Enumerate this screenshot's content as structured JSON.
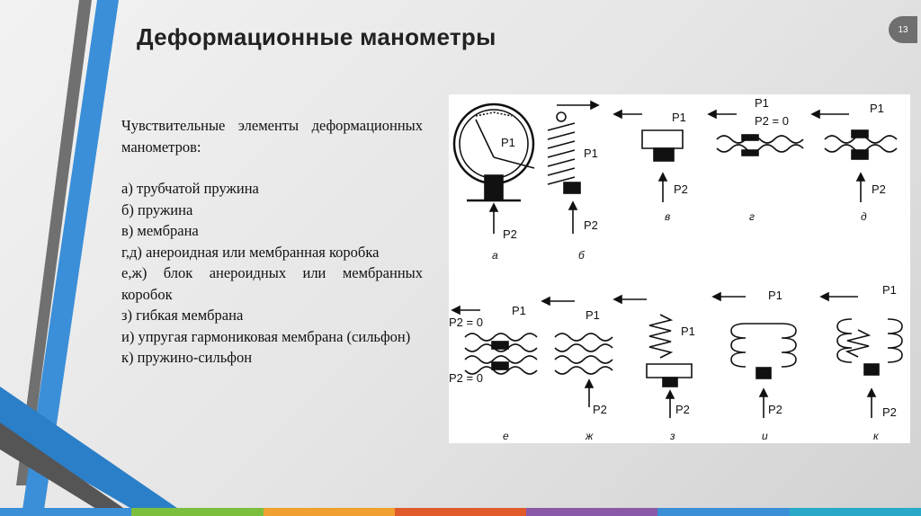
{
  "slide": {
    "title": "Деформационные  манометры",
    "number": "13"
  },
  "content": {
    "intro": "Чувствительные элементы деформационных манометров:",
    "items": [
      "а) трубчатой пружина",
      "б) пружина",
      "в) мембрана",
      "г,д) анероидная или мембранная коробка",
      "е,ж) блок анероидных или мембранных коробок",
      "з) гибкая мембрана",
      "и) упругая гармониковая мембрана (сильфон)",
      "к) пружино-сильфон"
    ]
  },
  "figure": {
    "labels": {
      "p1": "P1",
      "p2": "P2",
      "p2_zero": "P2 = 0"
    },
    "captions": [
      "а",
      "б",
      "в",
      "г",
      "д",
      "е",
      "ж",
      "з",
      "и",
      "к"
    ]
  },
  "colors": {
    "accent_blue": "#2b7fc8",
    "accent_gray": "#6a6a6a",
    "bottom_stripe": [
      "#3a8fd6",
      "#7cbf3f",
      "#f0a030",
      "#e05a2a",
      "#8a5aa8",
      "#3a8fd6",
      "#2aa8c8"
    ]
  }
}
